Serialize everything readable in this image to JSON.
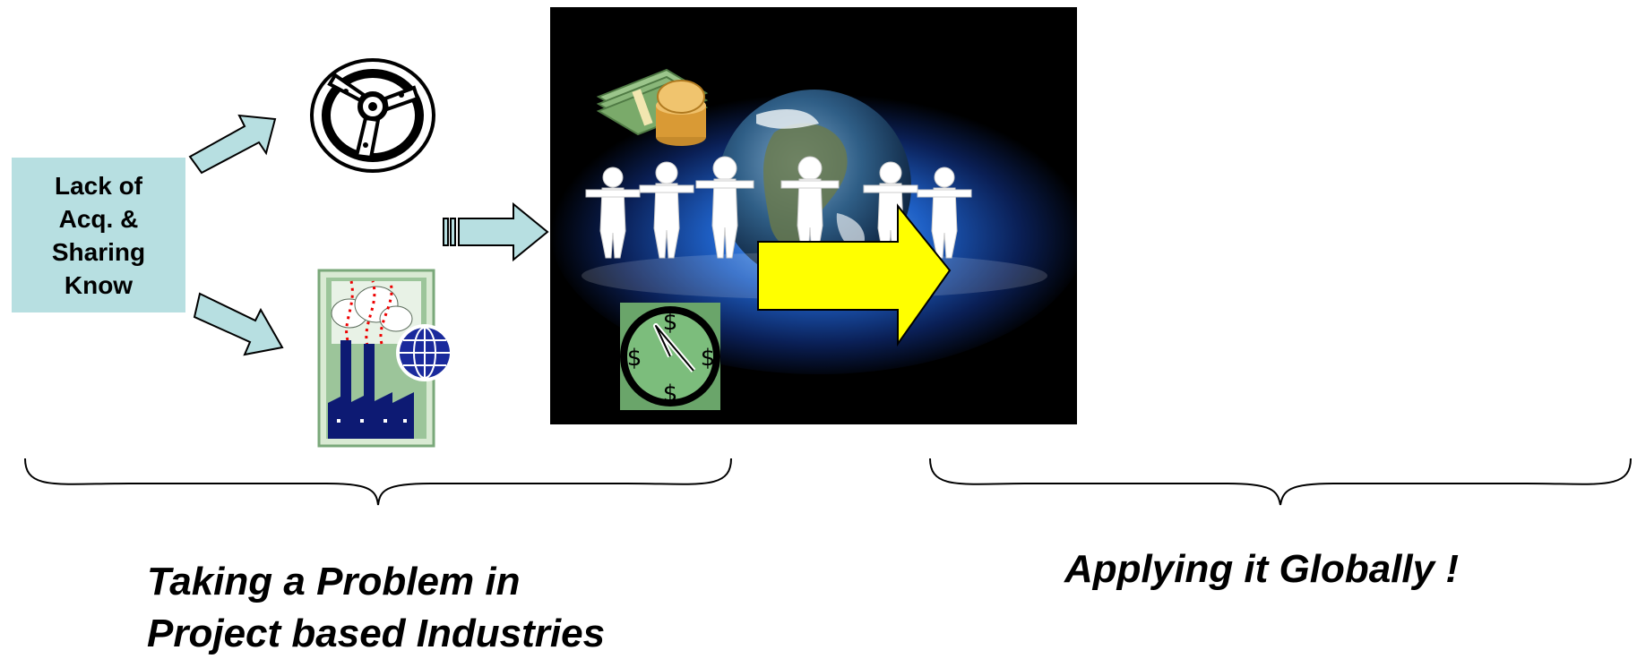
{
  "left_box": {
    "lines": "Lack of\nAcq. &\nSharing\nKnow"
  },
  "captions": {
    "left_line1": "Taking a Problem in",
    "left_line2": "Project based Industries",
    "right": "Applying it Globally !"
  },
  "colors": {
    "box_fill": "#b7dfe1",
    "arrow_fill": "#b7dfe1",
    "highlight_arrow": "#ffff00",
    "scene_bg": "#000000",
    "globe_glow": "#2a6fd1"
  },
  "icons": {
    "steering_wheel": "steering-wheel-icon",
    "factory": "factory-globe-icon",
    "money": "money-stack-icon",
    "clock": "dollar-clock-icon",
    "globe": "earth-globe-icon",
    "people": "paper-people-chain-icon"
  }
}
